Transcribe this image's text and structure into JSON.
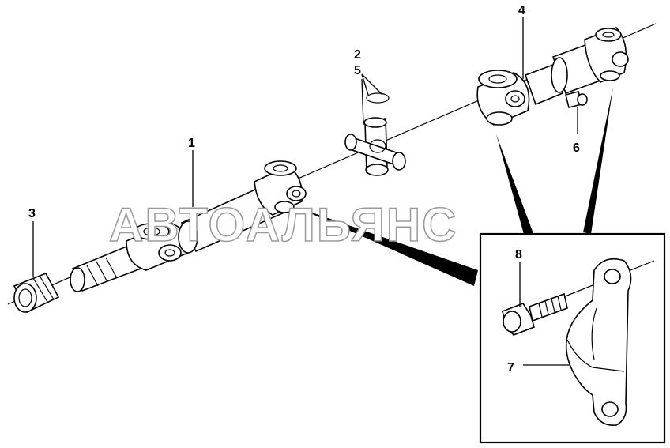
{
  "callouts": {
    "c1": "1",
    "c2": "2",
    "c3": "3",
    "c4": "4",
    "c5": "5",
    "c6": "6",
    "c7": "7",
    "c8": "8"
  },
  "watermark": "АВТОАЛЬЯНС",
  "colors": {
    "line": "#000000",
    "watermark_outline": "#9a9a9a",
    "background": "#ffffff"
  }
}
